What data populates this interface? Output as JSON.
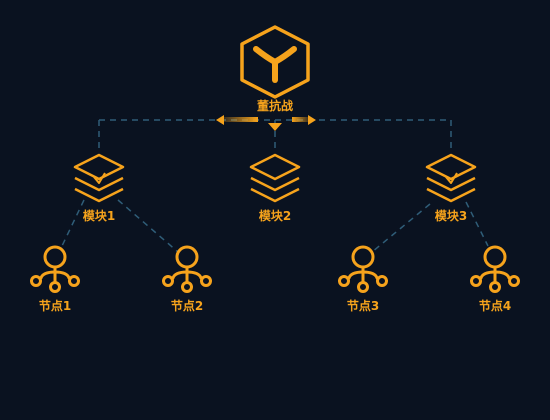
{
  "colors": {
    "background": "#0a1220",
    "accent": "#f6a31c",
    "connector": "#2f5d78"
  },
  "root": {
    "label": "董抗战",
    "icon": "hexagon-y-icon"
  },
  "modules": [
    {
      "label": "模块1",
      "icon": "layers-icon"
    },
    {
      "label": "模块2",
      "icon": "layers-icon"
    },
    {
      "label": "模块3",
      "icon": "layers-icon"
    }
  ],
  "nodes": [
    {
      "label": "节点1",
      "icon": "node-network-icon"
    },
    {
      "label": "节点2",
      "icon": "node-network-icon"
    },
    {
      "label": "节点3",
      "icon": "node-network-icon"
    },
    {
      "label": "节点4",
      "icon": "node-network-icon"
    }
  ]
}
